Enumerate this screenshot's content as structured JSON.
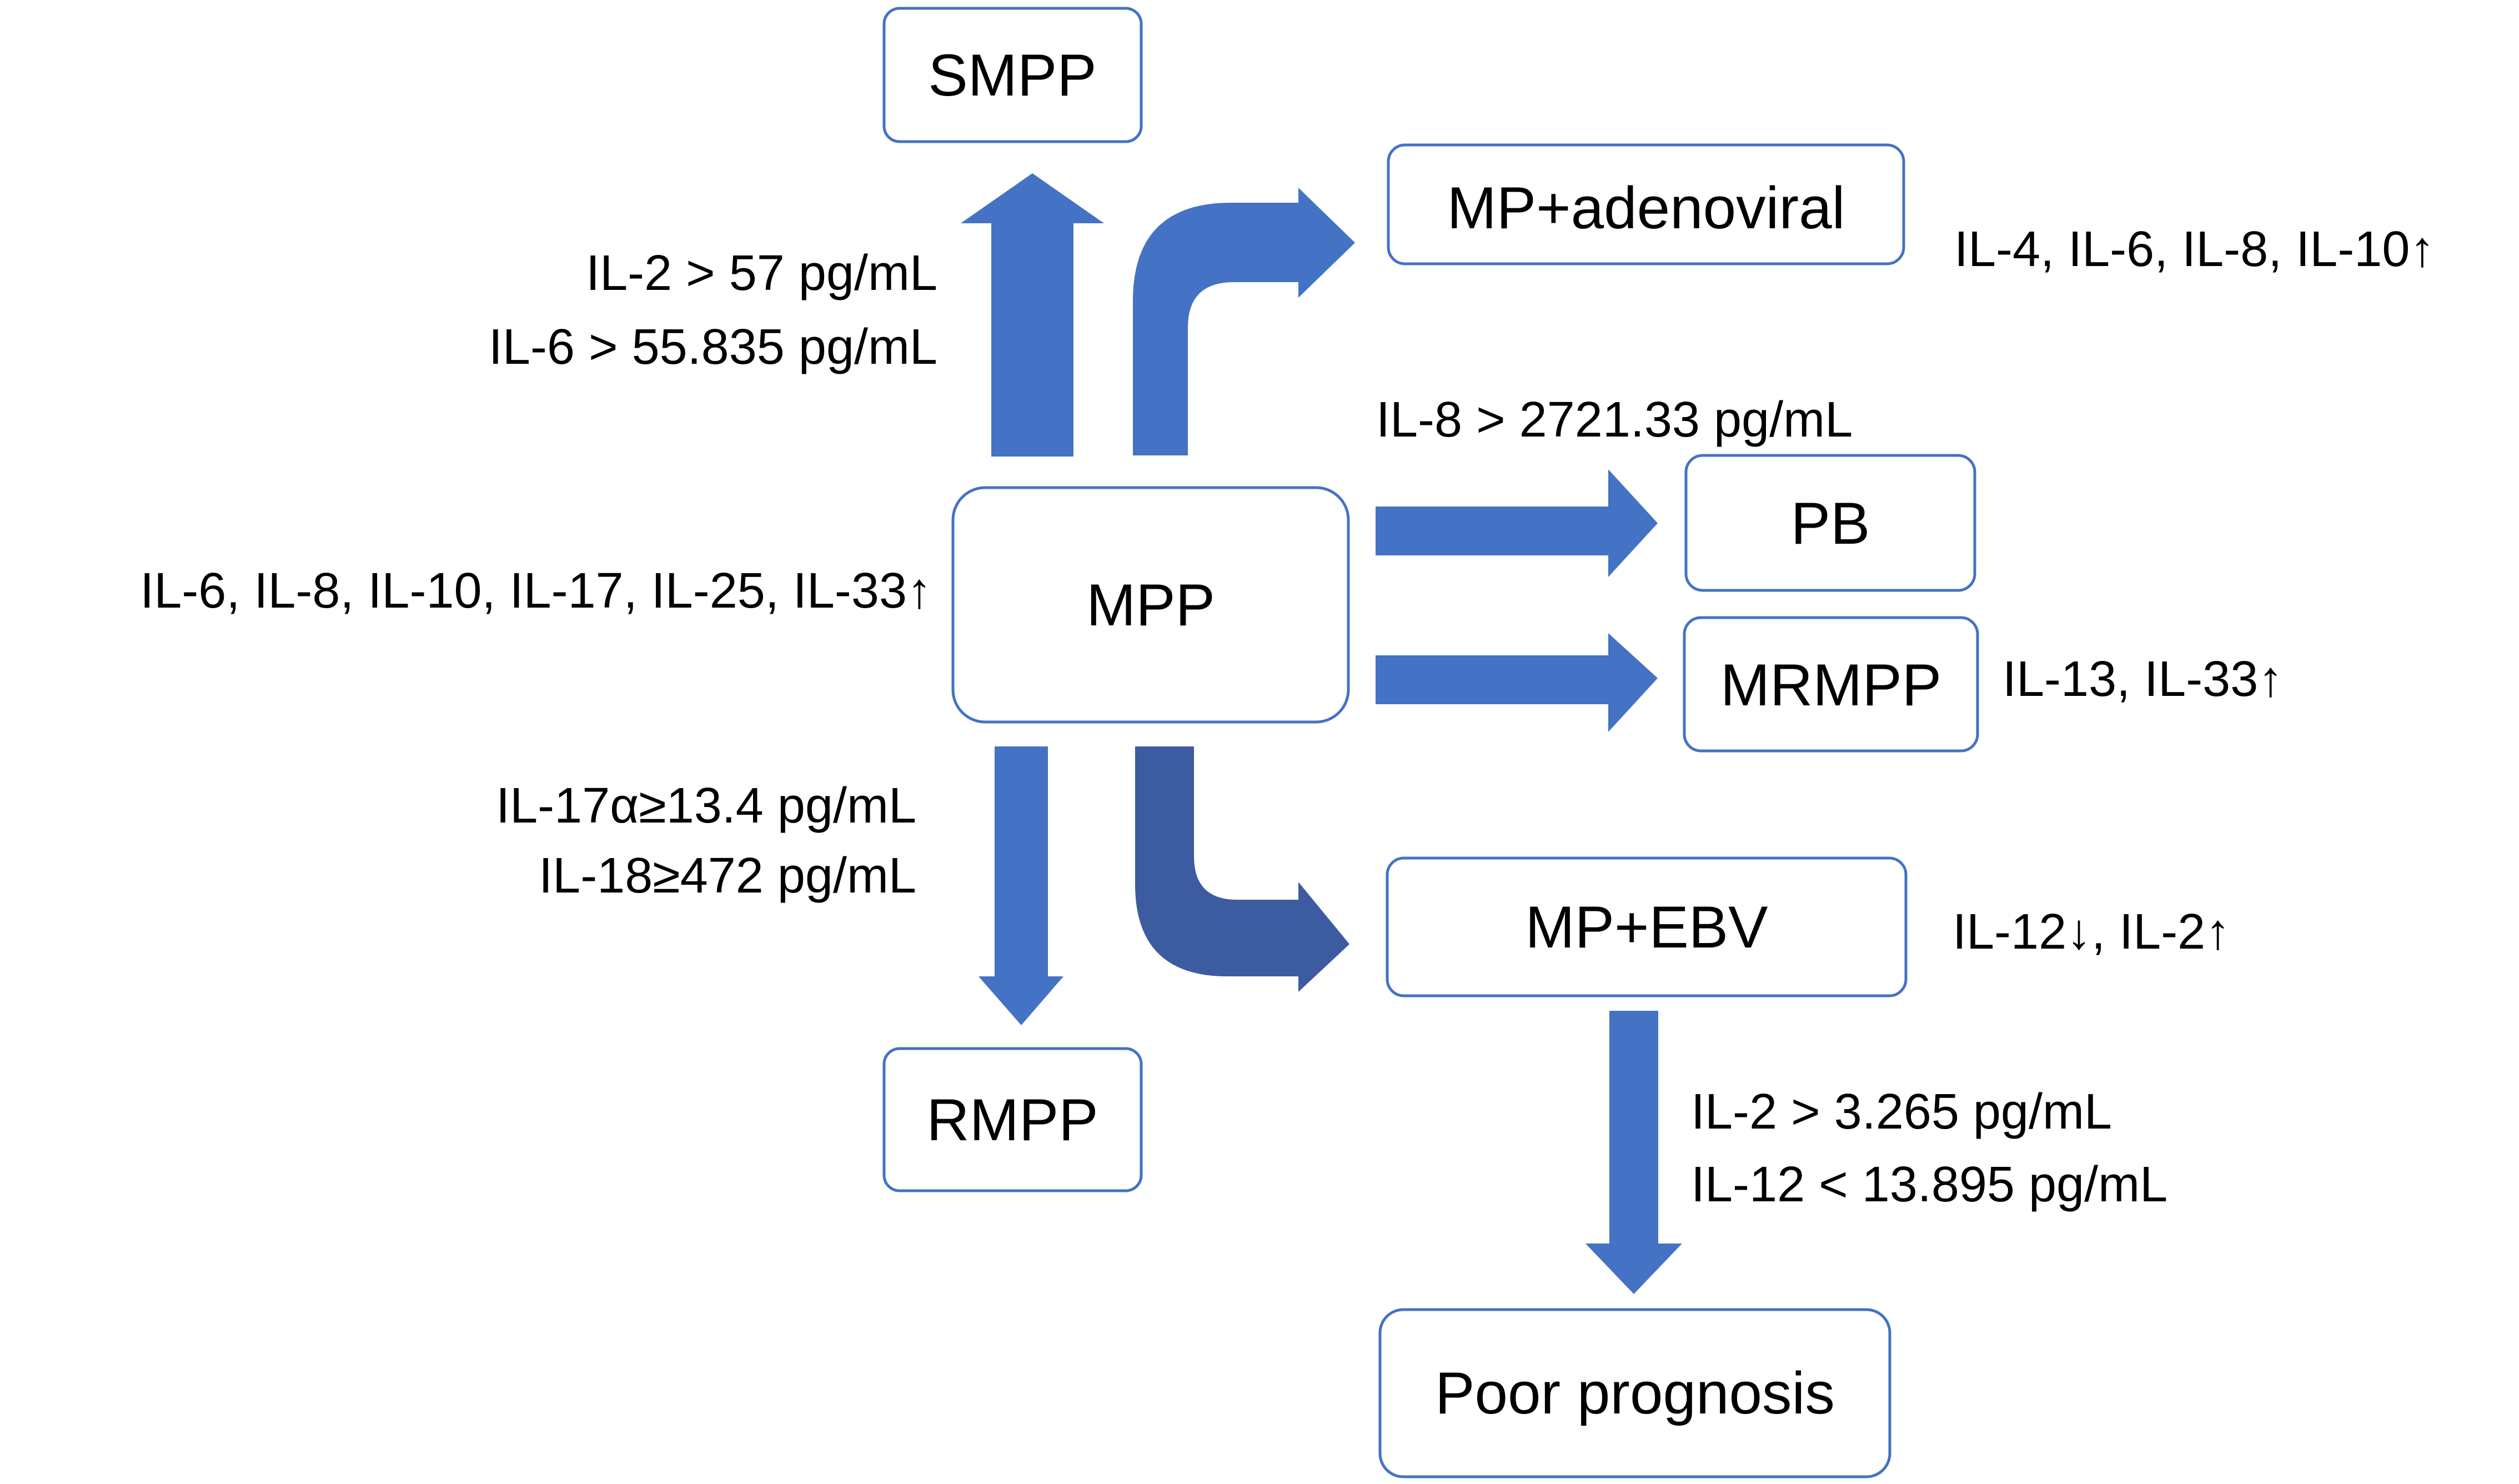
{
  "nodes": {
    "mpp": "MPP",
    "smpp": "SMPP",
    "rmpp": "RMPP",
    "mp_adenoviral": "MP+adenoviral",
    "pb": "PB",
    "mrmpp": "MRMPP",
    "mp_ebv": "MP+EBV",
    "poor_prognosis": "Poor prognosis"
  },
  "labels": {
    "mpp_markers": "IL-6, IL-8, IL-10, IL-17, IL-25, IL-33↑",
    "smpp_threshold_1": "IL-2 > 57 pg/mL",
    "smpp_threshold_2": "IL-6 > 55.835 pg/mL",
    "rmpp_threshold_1": "IL-17α≥13.4 pg/mL",
    "rmpp_threshold_2": "IL-18≥472 pg/mL",
    "adenoviral_markers": "IL-4, IL-6, IL-8, IL-10↑",
    "pb_threshold": "IL-8 > 2721.33 pg/mL",
    "mrmpp_markers": "IL-13, IL-33↑",
    "ebv_markers": "IL-12↓, IL-2↑",
    "prognosis_threshold_1": "IL-2 > 3.265 pg/mL",
    "prognosis_threshold_2": "IL-12 < 13.895 pg/mL"
  },
  "colors": {
    "box_border": "#4472C4",
    "arrow": "#4472C4",
    "arrow_dark": "#3C5BA0",
    "text": "#000000"
  }
}
